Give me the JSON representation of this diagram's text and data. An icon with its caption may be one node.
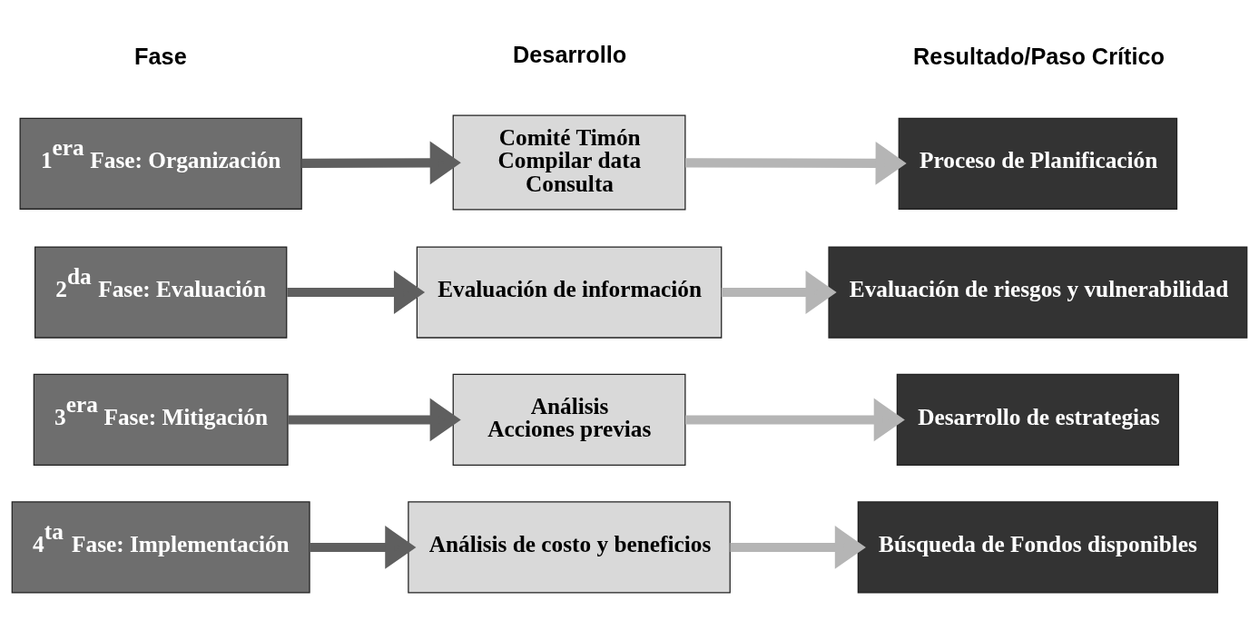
{
  "diagram": {
    "nodes": [
      {
        "text": [
          "1$^{era}$ Fase: Organización"
        ]
      },
      {
        "text": [
          "Comité Timón",
          "Compilar data",
          "Consulta"
        ]
      },
      {
        "text": [
          "Proceso de Planificación"
        ]
      },
      {
        "text": [
          "2$^{da}$ Fase: Evaluación"
        ]
      },
      {
        "text": [
          "Evaluación de información"
        ]
      },
      {
        "text": [
          "Evaluación de riesgos y vulnerabilidad"
        ]
      },
      {
        "text": [
          "3$^{era}$ Fase: Mitigación"
        ]
      },
      {
        "text": [
          "Análisis",
          "Acciones previas"
        ]
      },
      {
        "text": [
          "Desarrollo de estrategias"
        ]
      },
      {
        "text": [
          "4$^{ta}$ Fase: Implementación"
        ]
      },
      {
        "text": [
          "Análisis de costo y beneficios"
        ]
      },
      {
        "text": [
          "Búsqueda de Fondos disponibles"
        ]
      }
    ],
    "edges": [
      {
        "from": 0,
        "to": 1,
        "arrow": "to",
        "color": "#5f5f5f"
      },
      {
        "from": 1,
        "to": 2,
        "arrow": "to",
        "color": "#b5b5b5"
      },
      {
        "from": 3,
        "to": 4,
        "arrow": "to",
        "color": "#5f5f5f"
      },
      {
        "from": 4,
        "to": 5,
        "arrow": "to",
        "color": "#b5b5b5"
      },
      {
        "from": 6,
        "to": 7,
        "arrow": "to",
        "color": "#5f5f5f"
      },
      {
        "from": 7,
        "to": 8,
        "arrow": "to",
        "color": "#b5b5b5"
      },
      {
        "from": 9,
        "to": 10,
        "arrow": "to",
        "color": "#5f5f5f"
      },
      {
        "from": 10,
        "to": 11,
        "arrow": "to",
        "color": "#b5b5b5"
      }
    ],
    "labels": [
      "Fase",
      "Desarrollo",
      "Resultado/Paso Crítico"
    ]
  }
}
